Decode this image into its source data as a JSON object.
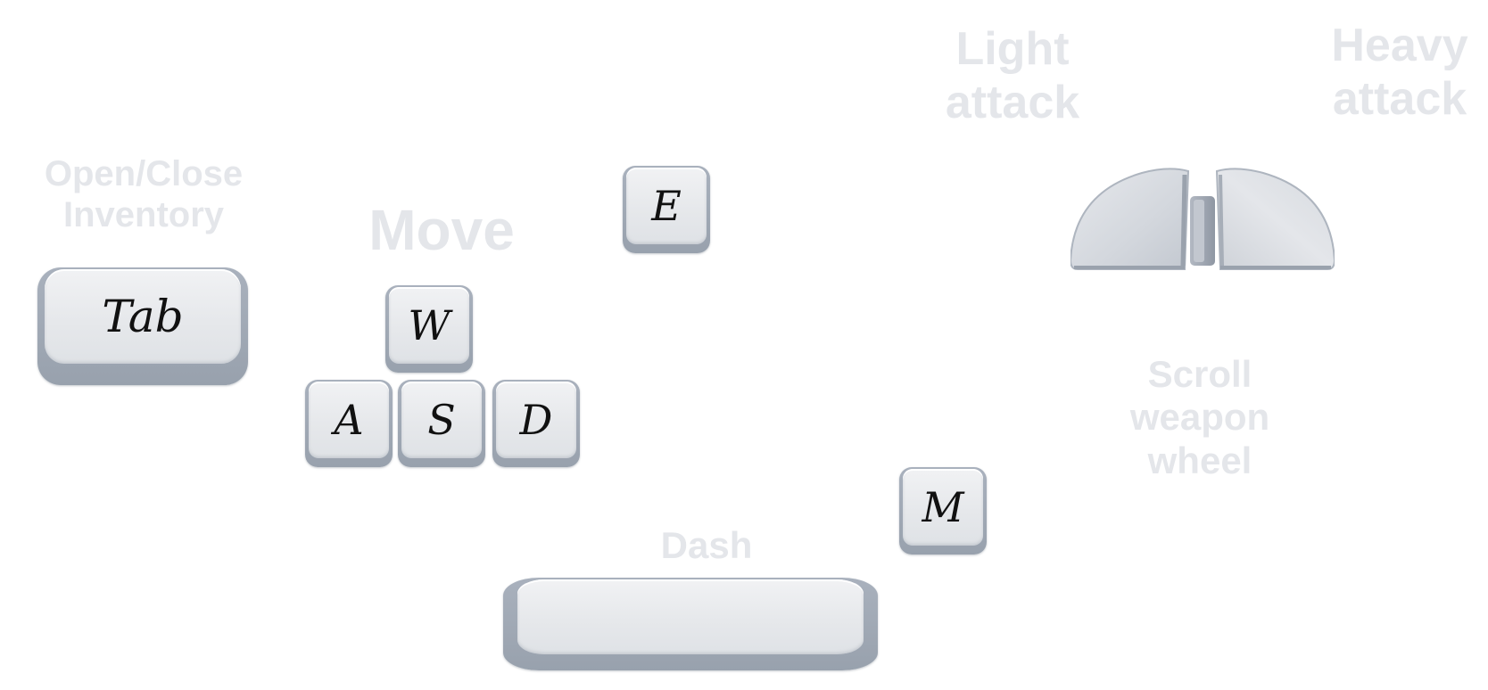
{
  "labels": {
    "inventory": "Open/Close\nInventory",
    "move": "Move",
    "light_attack": "Light\nattack",
    "heavy_attack": "Heavy\nattack",
    "scroll": "Scroll\nweapon\nwheel",
    "dash": "Dash"
  },
  "keys": {
    "tab": "Tab",
    "w": "W",
    "a": "A",
    "s": "S",
    "d": "D",
    "e": "E",
    "m": "M",
    "space": ""
  },
  "colors": {
    "background": "#ffffff",
    "label": "#e4e6ea",
    "keycap_top": "#e6e8eb",
    "keycap_side": "#9ca4b0",
    "key_text": "#111111"
  },
  "icons": {
    "mouse": "mouse-icon"
  }
}
